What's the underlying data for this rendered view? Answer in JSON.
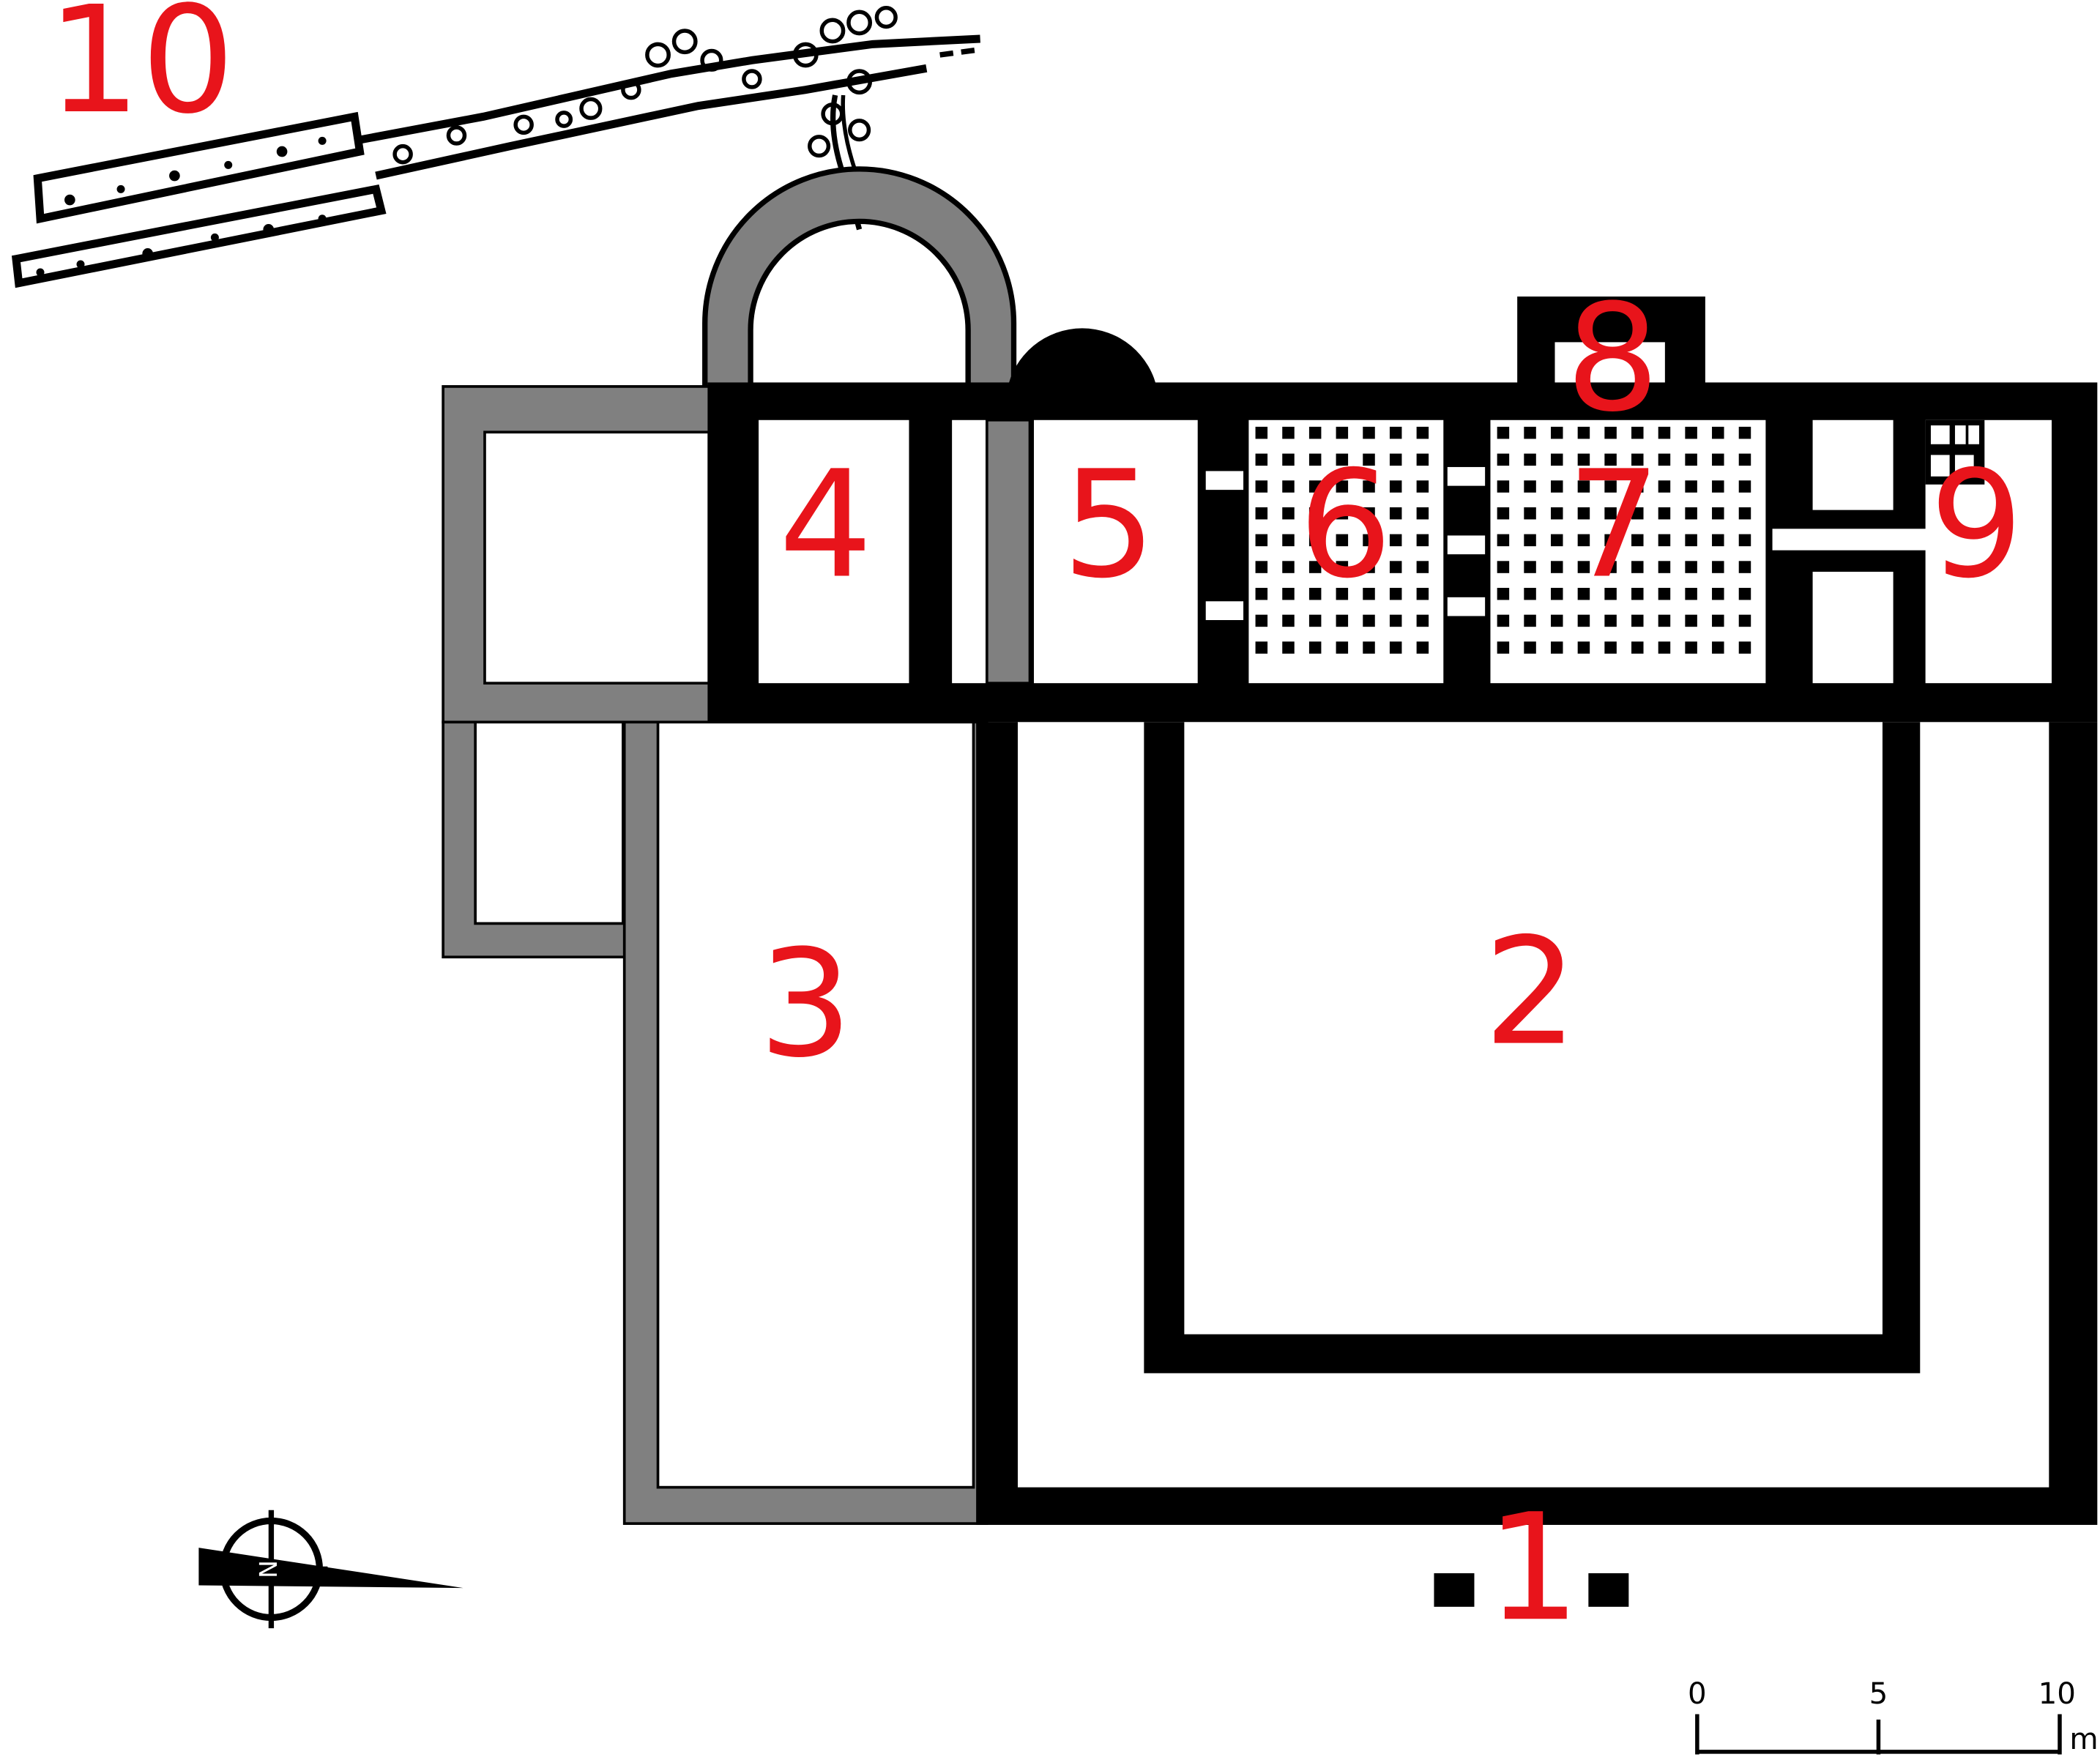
{
  "colors": {
    "wall": "#000000",
    "later_wall": "#808080",
    "floor": "#ffffff",
    "label": "#e8141b"
  },
  "labels": {
    "room_1": "1",
    "room_2": "2",
    "room_3": "3",
    "room_4": "4",
    "room_5": "5",
    "room_6": "6",
    "room_7": "7",
    "room_8": "8",
    "room_9": "9",
    "room_10": "10"
  },
  "scale_bar": {
    "tick_0": "0",
    "tick_5": "5",
    "tick_10": "10",
    "unit": "m"
  },
  "north_arrow": {
    "letter": "N"
  }
}
